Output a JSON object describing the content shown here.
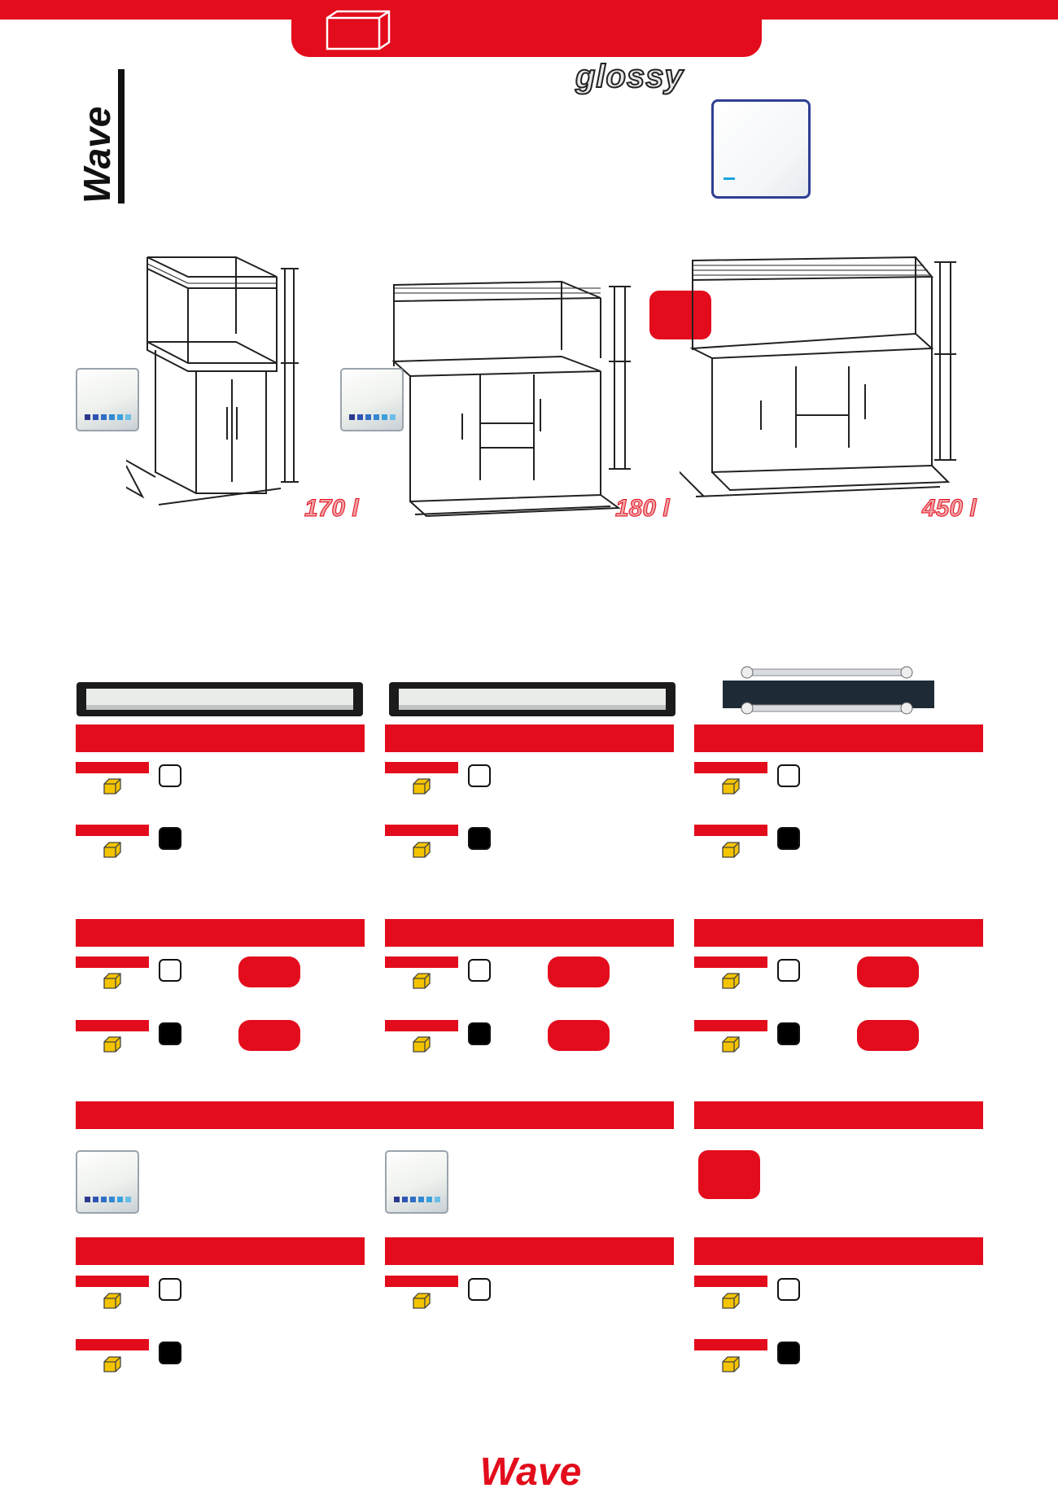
{
  "header": {
    "finish": "glossy",
    "brand": "Wave",
    "brand_color": "#e30c1c"
  },
  "models": [
    {
      "capacity": "170 l"
    },
    {
      "capacity": "180 l"
    },
    {
      "capacity": "450 l"
    }
  ],
  "footer": {
    "brand": "Wave"
  },
  "icons": [
    "aquarium-outline-icon",
    "color-swatch-icon",
    "box-icon",
    "led-lamp-icon",
    "t5-lamp-icon"
  ],
  "colors": {
    "white_option": "#ffffff",
    "black_option": "#000000",
    "accent": "#e30c1c"
  }
}
